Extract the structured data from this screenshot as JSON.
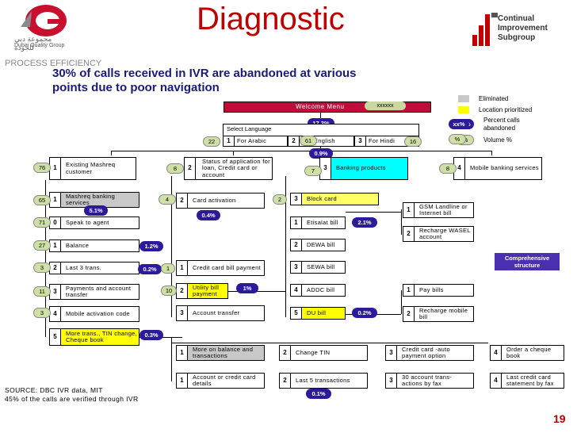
{
  "header": {
    "title": "Diagnostic",
    "left_logo_text": "Dubai Quality Group",
    "right_logo_lines": [
      "Continual",
      "Improvement",
      "Subgroup"
    ],
    "section_label": "PROCESS EFFICIENCY",
    "subtitle_line1": "30% of calls received in IVR are abandoned at various",
    "subtitle_line2": "points due to poor navigation"
  },
  "legend": {
    "eliminated": "Eliminated",
    "location": "Location prioritized",
    "percent_badge": "xx%",
    "percent_text_1": "Percent calls",
    "percent_text_2": "abandoned",
    "volume_oval": "%",
    "volume_text": "Volume %",
    "structure_label_1": "Comprehensive",
    "structure_label_2": "structure"
  },
  "welcome": {
    "label": "Welcome Menu",
    "tag": "xxxxxx"
  },
  "language": {
    "label": "Select Language",
    "pct": "17.3%",
    "options": [
      {
        "num": "1",
        "label": "For Arabic",
        "vol": "22"
      },
      {
        "num": "2",
        "label": "English",
        "vol": "61"
      },
      {
        "num": "3",
        "label": "For Hindi",
        "vol": "16"
      }
    ],
    "english_pct": "0.9%"
  },
  "level2": [
    {
      "num": "1",
      "label": "Existing Mashreq customer",
      "vol": "76"
    },
    {
      "num": "2",
      "label": "Status of application for loan, Credit card or account",
      "vol": "8"
    },
    {
      "num": "3",
      "label": "Banking products",
      "vol": "7"
    },
    {
      "num": "4",
      "label": "Mobile banking services",
      "vol": "8"
    }
  ],
  "col1": [
    {
      "num": "1",
      "label": "Mashreq banking services",
      "vol": "65",
      "pct": "5.1%"
    },
    {
      "num": "0",
      "label": "Speak to agent",
      "vol": "71"
    },
    {
      "num": "1",
      "label": "Balance",
      "vol": "27",
      "pct": "1.2%"
    },
    {
      "num": "2",
      "label": "Last 3 trans.",
      "vol": "3",
      "pct": "0.2%"
    },
    {
      "num": "3",
      "label": "Payments and account transfer",
      "vol": "11"
    },
    {
      "num": "4",
      "label": "Mobile activation code",
      "vol": "3"
    },
    {
      "num": "5",
      "label": "More trans., TIN change, Cheque book",
      "pct": "0.3%"
    }
  ],
  "col2": [
    {
      "num": "2",
      "label": "Card activation",
      "vol": "4",
      "pct": "0.4%"
    },
    {
      "num": "1",
      "label": "Credit card bill payment",
      "vol": "1"
    },
    {
      "num": "2",
      "label": "Utility bill payment",
      "vol": "10",
      "pct": "1%"
    },
    {
      "num": "3",
      "label": "Account transfer"
    }
  ],
  "col3": [
    {
      "num": "3",
      "label": "Block card",
      "vol": "2"
    },
    {
      "num": "1",
      "label": "Etisalat bill",
      "pct": "2.1%"
    },
    {
      "num": "2",
      "label": "DEWA bill"
    },
    {
      "num": "3",
      "label": "SEWA bill"
    },
    {
      "num": "4",
      "label": "ADDC bill"
    },
    {
      "num": "5",
      "label": "DU bill",
      "pct": "0.2%"
    }
  ],
  "col4": [
    {
      "num": "1",
      "label": "GSM Landline or Internet bill"
    },
    {
      "num": "2",
      "label": "Recharge WASEL account"
    },
    {
      "num": "1",
      "label": "Pay bills"
    },
    {
      "num": "2",
      "label": "Recharge mobile bill"
    }
  ],
  "bottom": [
    {
      "num": "1",
      "label": "More on balance and transactions"
    },
    {
      "num": "2",
      "label": "Change TIN"
    },
    {
      "num": "3",
      "label": "Credit card -auto payment option"
    },
    {
      "num": "4",
      "label": "Order a cheque book"
    },
    {
      "num": "1",
      "label": "Account or credit card details"
    },
    {
      "num": "2",
      "label": "Last 5 transactions",
      "pct": "0.1%"
    },
    {
      "num": "3",
      "label": "30 account trans-actions by fax"
    },
    {
      "num": "4",
      "label": "Last credit card statement by fax"
    }
  ],
  "footer": {
    "source_1": "SOURCE: DBC IVR data, MIT",
    "source_2": "45% of the calls are verified through IVR",
    "page": "19"
  }
}
